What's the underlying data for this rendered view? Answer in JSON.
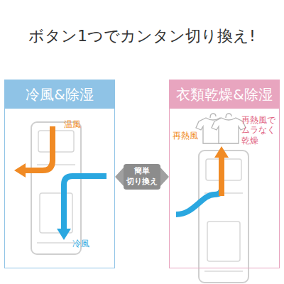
{
  "diagram": {
    "title": "ボタン1つでカンタン切り換え!",
    "nodes": [
      {
        "text": [
          "冷風&除湿"
        ]
      },
      {
        "text": [
          "衣類乾燥&除湿"
        ]
      }
    ],
    "edges": [
      {
        "from": 0,
        "to": 1,
        "arrow": "both",
        "label": "簡単 切り換え"
      }
    ],
    "labels": [
      "温風",
      "冷風",
      "再熱風",
      "再熱風で ムラなく 乾燥"
    ]
  }
}
